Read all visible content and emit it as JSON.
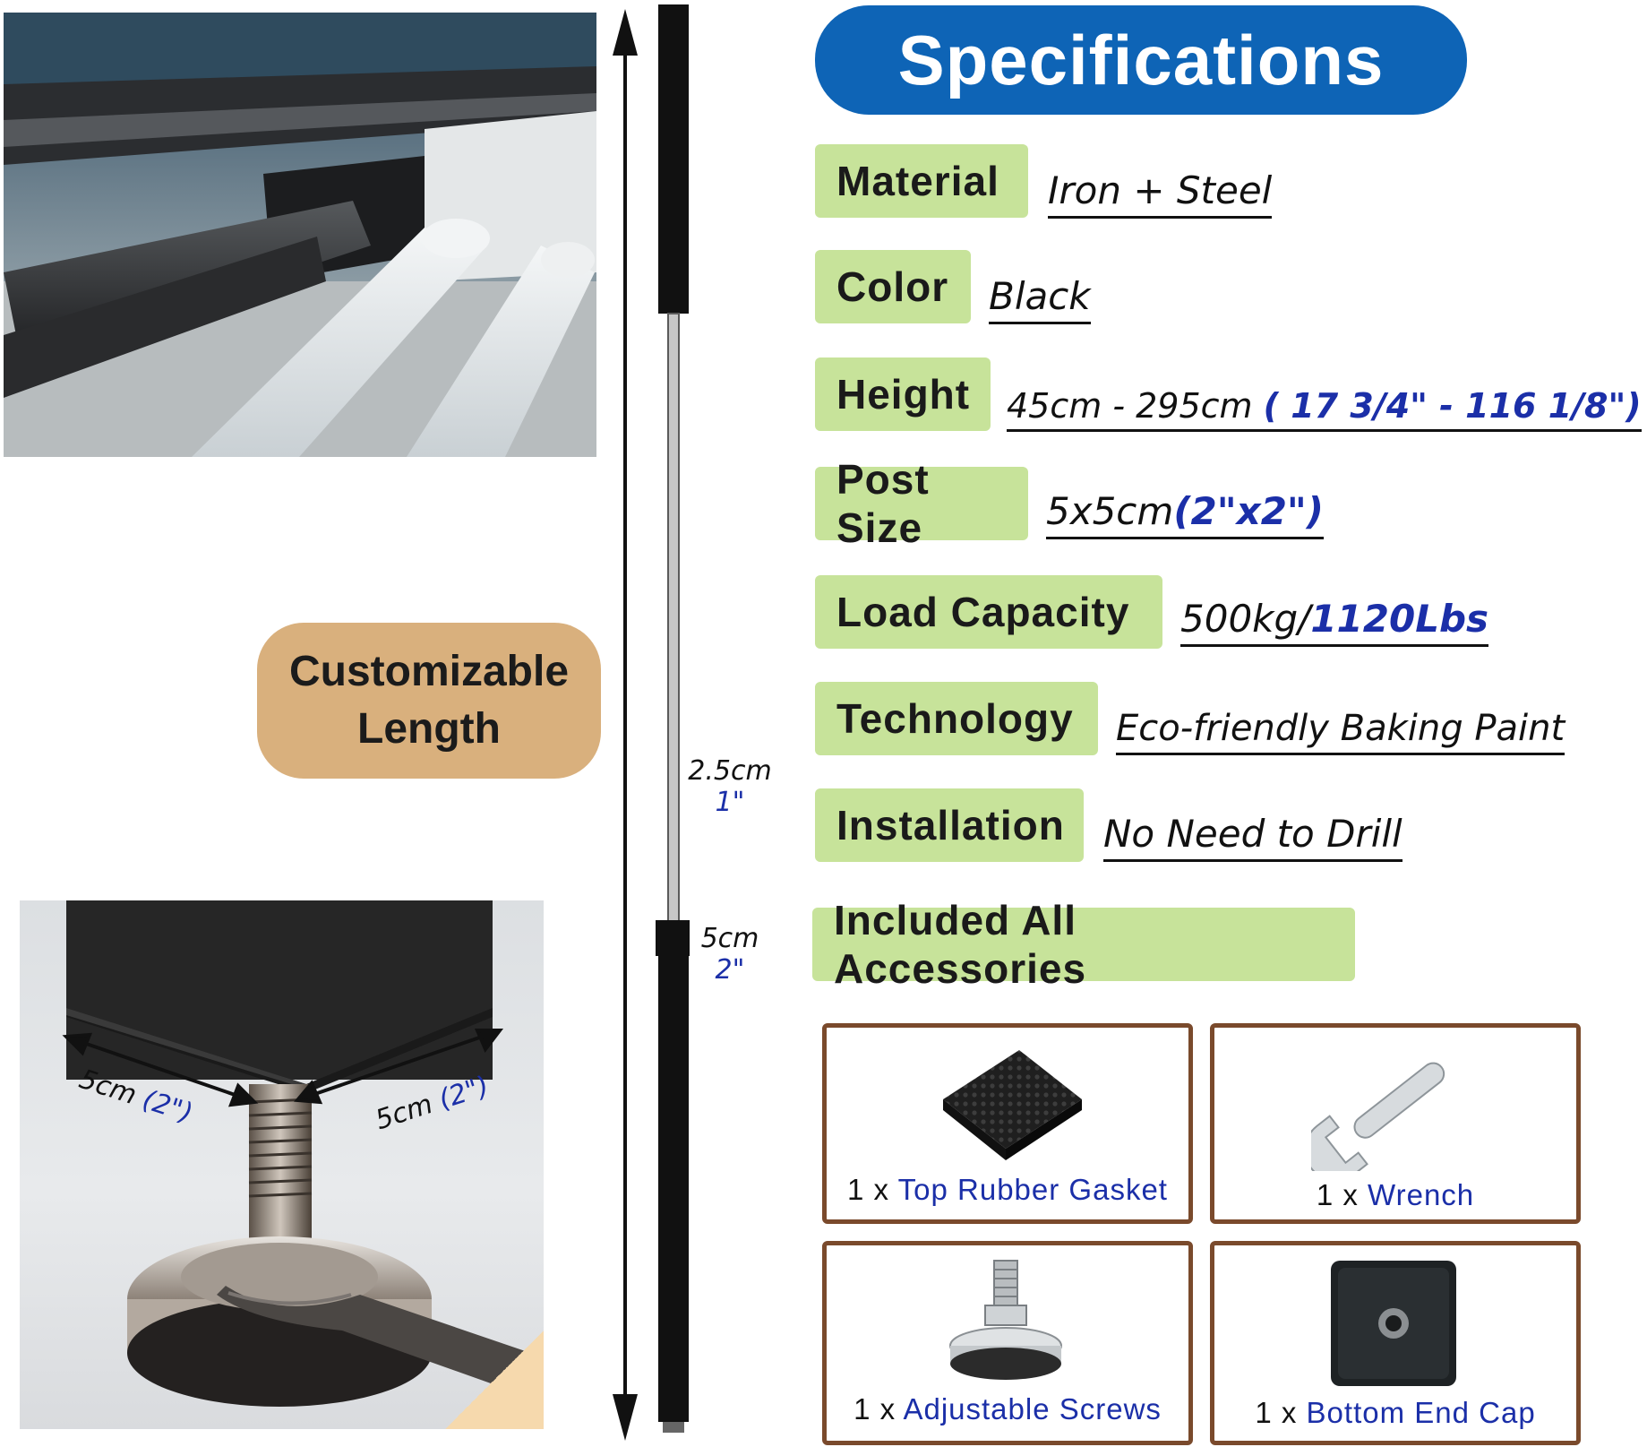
{
  "header": {
    "title": "Specifications"
  },
  "specs": [
    {
      "label": "Material",
      "value": "Iron + Steel",
      "extra": ""
    },
    {
      "label": "Color",
      "value": "Black",
      "extra": ""
    },
    {
      "label": "Height",
      "value": "45cm - 295cm",
      "extra": "( 17 3/4\" - 116 1/8\")"
    },
    {
      "label": "Post Size",
      "value": "5x5cm",
      "extra": "(2\"x2\")"
    },
    {
      "label": "Load Capacity",
      "value": "500kg/",
      "extra": "1120Lbs"
    },
    {
      "label": "Technology",
      "value": "Eco-friendly Baking Paint",
      "extra": ""
    },
    {
      "label": "Installation",
      "value": "No Need to Drill",
      "extra": ""
    }
  ],
  "accessories": {
    "title": "Included All Accessories",
    "items": [
      {
        "qty": "1 x",
        "name": "Top Rubber Gasket",
        "icon": "rubber-gasket-icon"
      },
      {
        "qty": "1 x",
        "name": "Wrench",
        "icon": "wrench-icon"
      },
      {
        "qty": "1 x",
        "name": "Adjustable Screws",
        "icon": "adjustable-screw-icon"
      },
      {
        "qty": "1 x",
        "name": "Bottom End Cap",
        "icon": "end-cap-icon"
      }
    ]
  },
  "custom_length": {
    "line1": "Customizable",
    "line2": "Length"
  },
  "dimensions": {
    "rod_cm": "2.5cm",
    "rod_in": "1\"",
    "post_cm": "5cm",
    "post_in": "2\"",
    "base_left_cm": "5cm",
    "base_left_in": "(2\")",
    "base_right_cm": "5cm",
    "base_right_in": "(2\")"
  },
  "colors": {
    "header_blue": "#0e64b6",
    "label_green": "#c7e39a",
    "pill_tan": "#d9b07d",
    "box_border": "#7a4a2c",
    "accent_blue": "#1b2fa8"
  }
}
